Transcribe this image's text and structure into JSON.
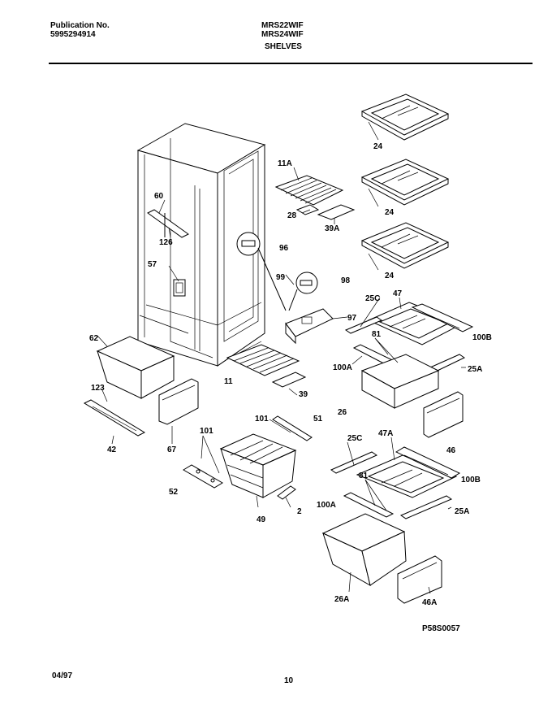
{
  "header": {
    "publication_label": "Publication No.",
    "publication_number": "5995294914",
    "model_1": "MRS22WIF",
    "model_2": "MRS24WIF",
    "section": "SHELVES"
  },
  "part_labels": {
    "p24a": "24",
    "p24b": "24",
    "p24c": "24",
    "p11a": "11A",
    "p28": "28",
    "p39a": "39A",
    "p60": "60",
    "p126": "126",
    "p96": "96",
    "p57": "57",
    "p99": "99",
    "p98": "98",
    "p97": "97",
    "p25c_top": "25C",
    "p47": "47",
    "p100b_top": "100B",
    "p81_top": "81",
    "p100a_top": "100A",
    "p25a_top": "25A",
    "p26": "26",
    "p46": "46",
    "p62": "62",
    "p123": "123",
    "p42": "42",
    "p67": "67",
    "p11": "11",
    "p39": "39",
    "p101_left": "101",
    "p101_mid": "101",
    "p51": "51",
    "p52": "52",
    "p49": "49",
    "p2": "2",
    "p25c_bot": "25C",
    "p47a": "47A",
    "p100b_bot": "100B",
    "p81_bot": "81",
    "p100a_bot": "100A",
    "p25a_bot": "25A",
    "p26a": "26A",
    "p46a": "46A"
  },
  "figure_code": "P58S0057",
  "footer": {
    "date": "04/97",
    "page": "10"
  }
}
